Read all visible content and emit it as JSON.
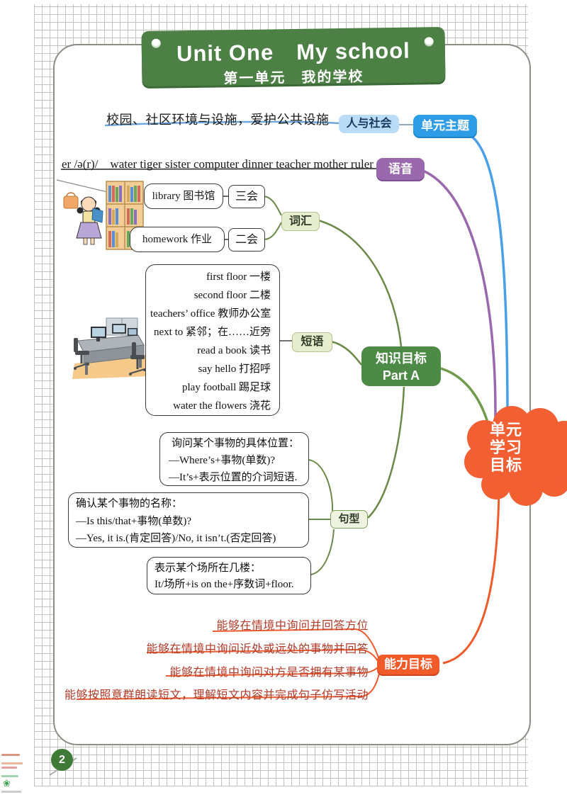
{
  "page": {
    "number": "2"
  },
  "title": {
    "en": "Unit One　My school",
    "zh": "第一单元　我的学校"
  },
  "root": {
    "label_lines": [
      "单元",
      "学习",
      "目标"
    ]
  },
  "theme": {
    "text": "校园、社区环境与设施，爱护公共设施",
    "category": "人与社会",
    "node": "单元主题"
  },
  "phonics": {
    "text": "er /ə(r)/　water tiger sister computer dinner teacher mother ruler",
    "node": "语音"
  },
  "vocabulary": {
    "node": "词汇",
    "items": [
      {
        "word": "library 图书馆",
        "level": "三会"
      },
      {
        "word": "homework 作业",
        "level": "二会"
      }
    ]
  },
  "phrases": {
    "node": "短语",
    "items": [
      "first floor 一楼",
      "second floor 二楼",
      "teachers’ office 教师办公室",
      "next to 紧邻；在……近旁",
      "read a book 读书",
      "say hello 打招呼",
      "play football 踢足球",
      "water the flowers 浇花"
    ]
  },
  "knowledge": {
    "line1": "知识目标",
    "line2": "Part A"
  },
  "sentences": {
    "node": "句型",
    "boxes": [
      {
        "l1": "询问某个事物的具体位置：",
        "l2": "—Where’s+事物(单数)?",
        "l3": "—It’s+表示位置的介词短语."
      },
      {
        "l1": "确认某个事物的名称：",
        "l2": "—Is this/that+事物(单数)?",
        "l3": "—Yes, it is.(肯定回答)/No, it isn’t.(否定回答)"
      },
      {
        "l1": "表示某个场所在几楼：",
        "l2": "It/场所+is on the+序数词+floor."
      }
    ]
  },
  "ability": {
    "node": "能力目标",
    "items": [
      "能够在情境中询问并回答方位",
      "能够在情境中询问近处或远处的事物并回答",
      "能够在情境中询问对方是否拥有某事物",
      "能够按照意群朗读短文，理解短文内容并完成句子仿写活动"
    ]
  },
  "colors": {
    "title_green": "#4c8045",
    "theme_blue": "#2f9ce8",
    "category_lightblue": "#badcf6",
    "phonics_purple": "#9a68ad",
    "knowledge_green": "#4d8a46",
    "branch_olive": "#6b8a4a",
    "ability_orange": "#f15a29",
    "root_cloud_orange": "#f15f33",
    "ability_text_red": "#b13a28"
  }
}
